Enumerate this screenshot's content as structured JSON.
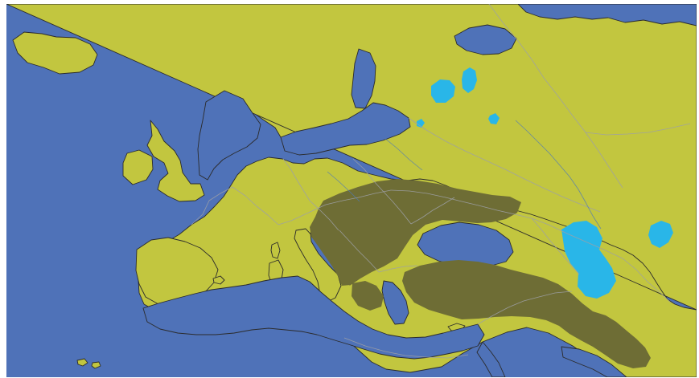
{
  "map": {
    "colors": {
      "sea": "#4f72b8",
      "land": "#c2c63f",
      "inland_water": "#29b6e8",
      "range": "#6e6d35",
      "coast": "#2b2b2b",
      "border": "#9da0a6"
    },
    "layers": {
      "sea": "sea",
      "land": "land",
      "inland_water": "inland-water",
      "range": "distribution-range",
      "borders": "national-borders"
    },
    "icons": {
      "map": "map-icon"
    }
  }
}
